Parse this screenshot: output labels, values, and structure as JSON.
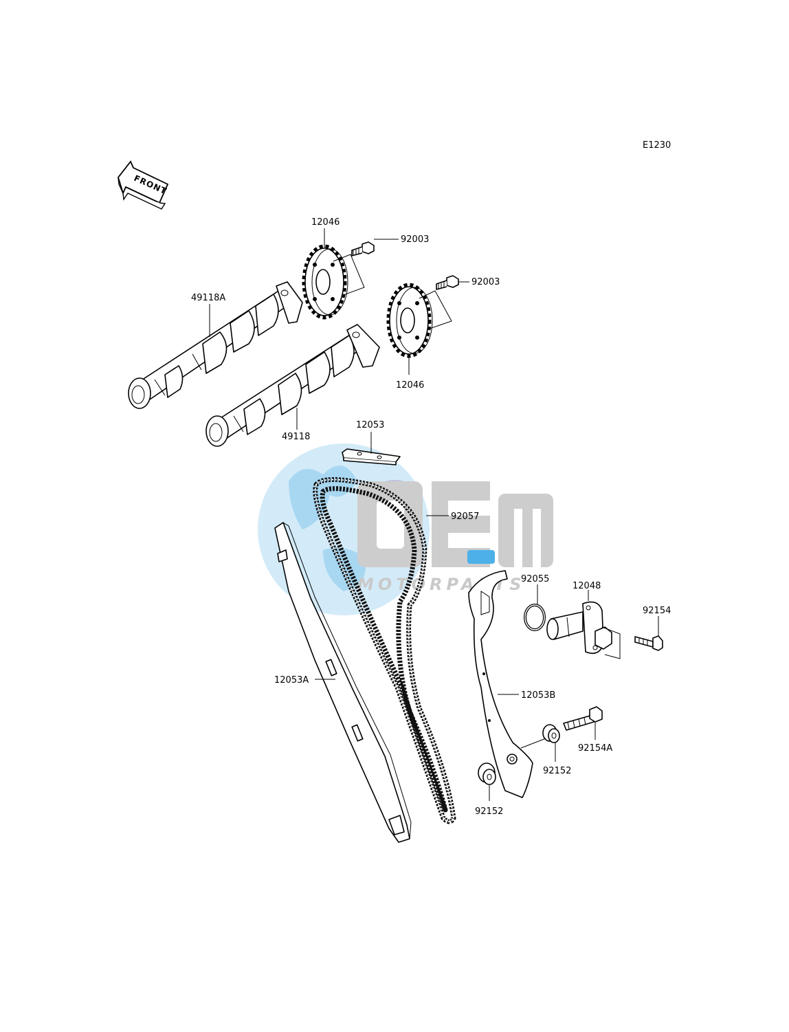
{
  "diagram_code": "E1230",
  "front_arrow_label": "FRONT",
  "watermark": {
    "brand": "OEM",
    "subtitle": "MOTORPARTS",
    "colors": {
      "globe": "#bfe2f7",
      "grey": "#c9c9c9",
      "blue": "#3aa8e6"
    }
  },
  "parts": {
    "sprocket_upper": "12046",
    "sprocket_lower": "12046",
    "bolt_upper": "92003",
    "bolt_lower": "92003",
    "camshaft_a": "49118A",
    "camshaft_b": "49118",
    "chain_guide_top": "12053",
    "cam_chain": "92057",
    "chain_guide_a": "12053A",
    "chain_guide_b": "12053B",
    "o_ring": "92055",
    "tensioner": "12048",
    "tensioner_bolt": "92154",
    "guide_bolt": "92154A",
    "collar_right": "92152",
    "collar_left": "92152"
  }
}
